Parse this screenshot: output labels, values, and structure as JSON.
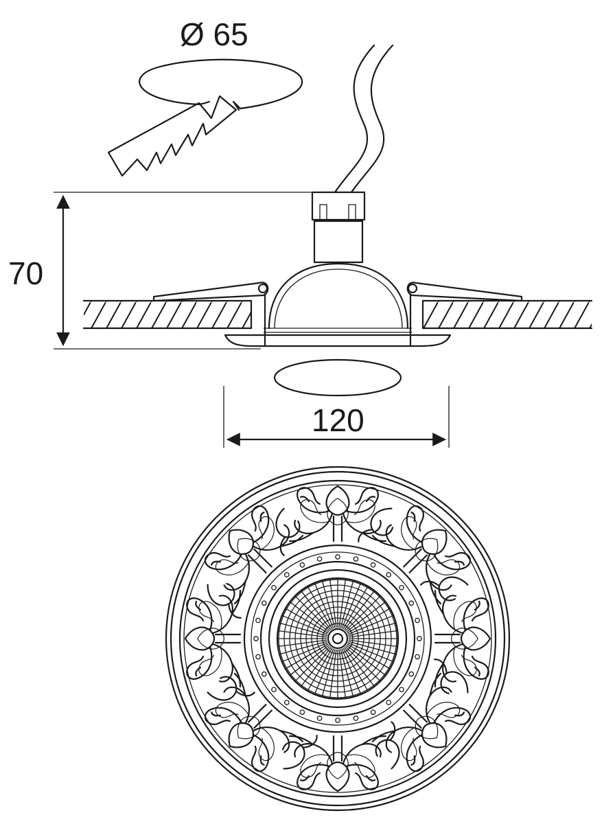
{
  "dimensions": {
    "cutout_diameter": "Ø 65",
    "height": "70",
    "width": "120"
  },
  "colors": {
    "line": "#1a1a1a",
    "background": "#ffffff"
  },
  "icons": {
    "saw": "saw-icon",
    "hatched_ceiling": "ceiling-section",
    "ornament": "baroque-ornament"
  }
}
